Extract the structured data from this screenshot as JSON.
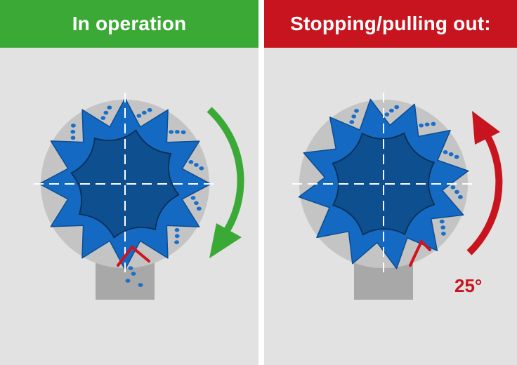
{
  "panels": [
    {
      "title": "In operation",
      "accent_color": "#3ba935",
      "rotation_direction": "clockwise",
      "icons": [
        "rotation-arrow-clockwise-icon"
      ]
    },
    {
      "title": "Stopping/pulling out:",
      "accent_color": "#c8141e",
      "rotation_direction": "counterclockwise",
      "angle_label": "25°",
      "icons": [
        "rotation-arrow-counterclockwise-icon"
      ]
    }
  ],
  "colors": {
    "background": "#e2e2e2",
    "rotor_outer": "#1469c2",
    "rotor_inner": "#0e4f8f",
    "housing": "#c4c4c4",
    "pellets": "#1a6fc8",
    "blade_highlight": "#d0131e"
  }
}
